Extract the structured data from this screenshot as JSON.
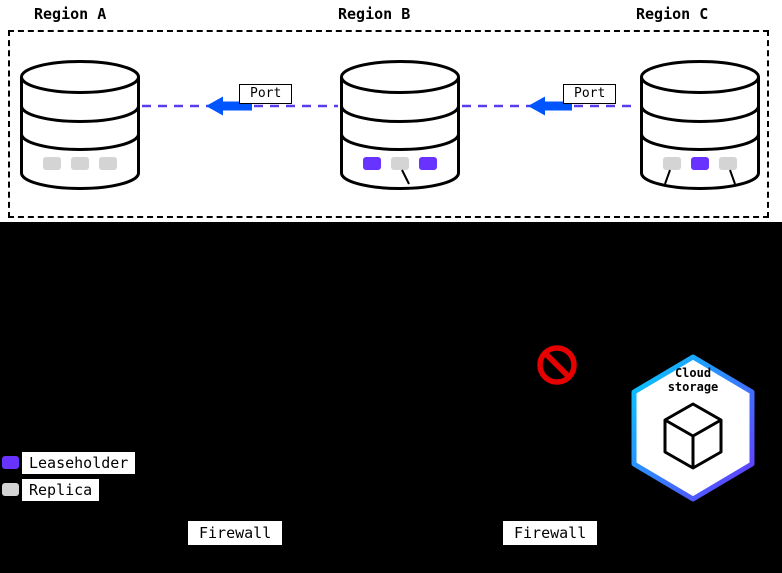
{
  "diagram": {
    "regions": [
      {
        "label": "Region A",
        "slots": [
          "replica",
          "replica",
          "replica"
        ]
      },
      {
        "label": "Region B",
        "slots": [
          "leaseholder",
          "replica",
          "leaseholder"
        ]
      },
      {
        "label": "Region C",
        "slots": [
          "replica",
          "leaseholder",
          "replica"
        ]
      }
    ],
    "ports": [
      {
        "label": "Port"
      },
      {
        "label": "Port"
      }
    ],
    "legend": [
      {
        "kind": "leaseholder",
        "label": "Leaseholder"
      },
      {
        "kind": "replica",
        "label": "Replica"
      }
    ],
    "cloud_storage": {
      "label": "Cloud\nstorage"
    },
    "firewalls": [
      {
        "label": "Firewall"
      },
      {
        "label": "Firewall"
      }
    ]
  },
  "colors": {
    "leaseholder": "#6933ff",
    "replica": "#d4d4d4",
    "connector": "#5b3df0",
    "arrow": "#0055ff",
    "prohibited": "#e60000",
    "hex_gradient_start": "#00cfff",
    "hex_gradient_end": "#6933ff"
  }
}
